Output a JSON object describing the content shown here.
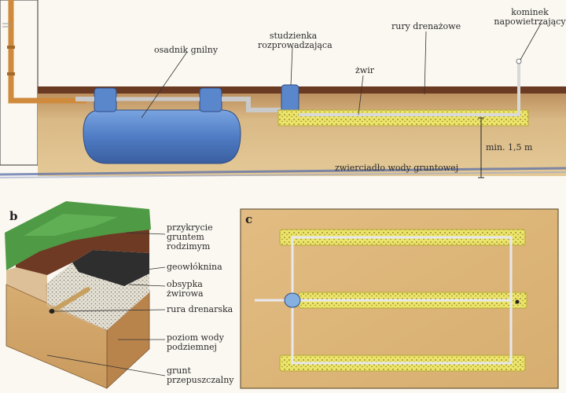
{
  "panel_a": {
    "septic_tank": "osadnik gnilny",
    "distribution_box_line1": "studzienka",
    "distribution_box_line2": "rozprowadzająca",
    "drain_pipes": "rury drenażowe",
    "vent_line1": "kominek",
    "vent_line2": "napowietrzający",
    "gravel": "żwir",
    "min_depth": "min. 1,5 m",
    "groundwater": "zwierciadło wody gruntowej"
  },
  "panel_b": {
    "letter": "b",
    "native_soil_line1": "przykrycie",
    "native_soil_line2": "gruntem",
    "native_soil_line3": "rodzimym",
    "geotextile": "geowłóknina",
    "gravel_line1": "obsypka",
    "gravel_line2": "żwirowa",
    "drain_pipe": "rura drenarska",
    "groundwater_line1": "poziom wody",
    "groundwater_line2": "podziemnej",
    "permeable_line1": "grunt",
    "permeable_line2": "przepuszczalny"
  },
  "panel_c": {
    "letter": "c"
  },
  "colors": {
    "soil": "#d8b77f",
    "topsoil": "#6b3a22",
    "grass": "#4f9a45",
    "gravel": "#ece56a",
    "tank": "#4f7cc4",
    "pipe": "#cf8a3c",
    "water": "#5a6fa8"
  }
}
